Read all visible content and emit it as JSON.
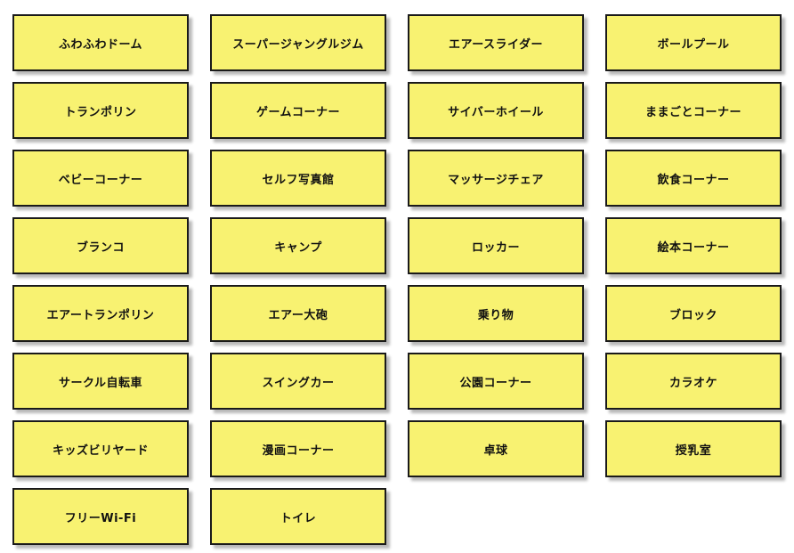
{
  "facilities": [
    "ふわふわドーム",
    "スーパージャングルジム",
    "エアースライダー",
    "ボールプール",
    "トランポリン",
    "ゲームコーナー",
    "サイバーホイール",
    "ままごとコーナー",
    "ベビーコーナー",
    "セルフ写真館",
    "マッサージチェア",
    "飲食コーナー",
    "ブランコ",
    "キャンプ",
    "ロッカー",
    "絵本コーナー",
    "エアートランポリン",
    "エアー大砲",
    "乗り物",
    "ブロック",
    "サークル自転車",
    "スイングカー",
    "公園コーナー",
    "カラオケ",
    "キッズビリヤード",
    "漫画コーナー",
    "卓球",
    "授乳室",
    "フリーWi-Fi",
    "トイレ"
  ],
  "colors": {
    "tile_fill": "#f8f271",
    "tile_border": "#1a1a1a",
    "text": "#111111"
  }
}
